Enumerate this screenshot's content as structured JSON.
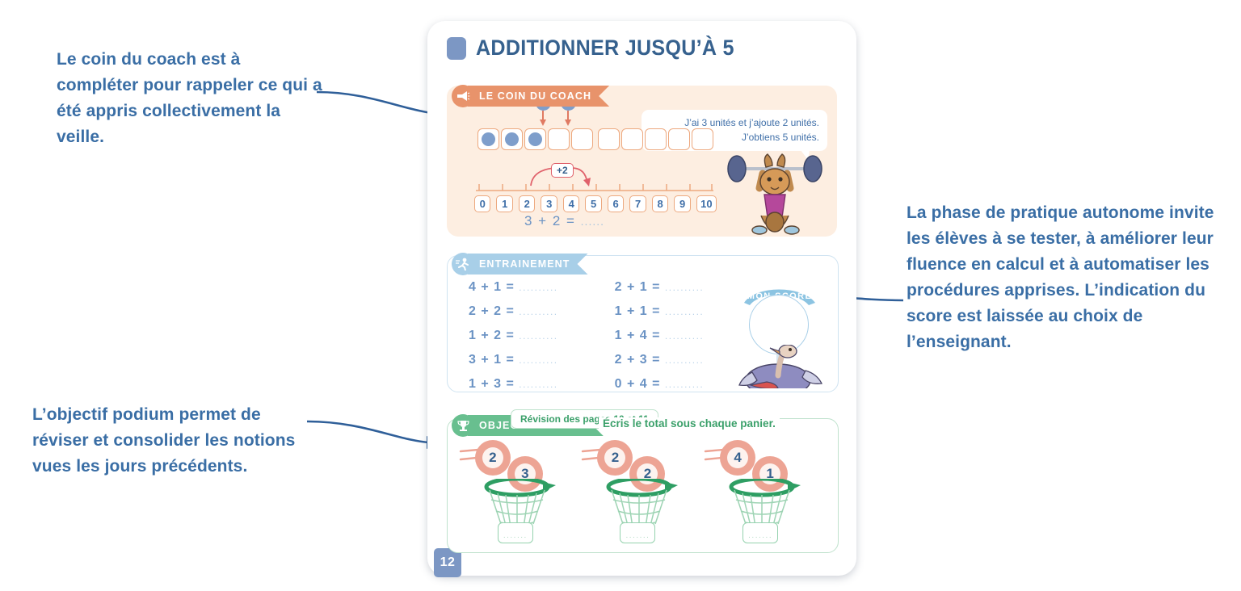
{
  "annotations": {
    "coach": "Le coin du coach est à compléter pour rappeler ce qui a été appris collectivement la veille.",
    "podium": "L’objectif podium permet de réviser et consolider les notions vues les jours précédents.",
    "pratique": "La phase de pratique autonome invite les élèves à se tester, à améliorer leur fluence en calcul et à automatiser les procédures apprises. L’indication du score est laissée au choix de l’enseignant."
  },
  "worksheet": {
    "page_number": "12",
    "title": "ADDITIONNER JUSQU’À 5",
    "coach": {
      "ribbon_label": "LE COIN DU COACH",
      "bubble_line1": "J’ai 3 unités et j’ajoute 2 unités.",
      "bubble_line2": "J’obtiens 5 unités.",
      "ten_frame_filled": 3,
      "ten_frame_total": 10,
      "dropping_counters": 2,
      "jump_label": "+2",
      "number_line": [
        "0",
        "1",
        "2",
        "3",
        "4",
        "5",
        "6",
        "7",
        "8",
        "9",
        "10"
      ],
      "equation": "3 + 2 =",
      "equation_blank": "......"
    },
    "training": {
      "ribbon_label": "ENTRAINEMENT",
      "column_left": [
        "4 + 1 =",
        "2 + 2 =",
        "1 + 2 =",
        "3 + 1 =",
        "1 + 3 ="
      ],
      "column_right": [
        "2 + 1 =",
        "1 + 1 =",
        "1 + 4 =",
        "2 + 3 =",
        "0 + 4 ="
      ],
      "blank": "..........",
      "score_label": "MON SCORE"
    },
    "podium": {
      "ribbon_label": "OBJECTIF PODIUM",
      "instruction": "Écris le total sous chaque panier.",
      "baskets": [
        {
          "ball_a": "2",
          "ball_b": "3",
          "answer": "......."
        },
        {
          "ball_a": "2",
          "ball_b": "2",
          "answer": "......."
        },
        {
          "ball_a": "4",
          "ball_b": "1",
          "answer": "......."
        }
      ],
      "revision_note": "Révision des pages 10 et 11"
    }
  },
  "colors": {
    "annotation_blue": "#3a6ea5",
    "title_blue": "#36618e",
    "coach_orange": "#e8936b",
    "coach_bg": "#fdeee1",
    "training_blue": "#a8cfe8",
    "podium_green": "#68bf8f",
    "ball_salmon": "#eda494"
  }
}
